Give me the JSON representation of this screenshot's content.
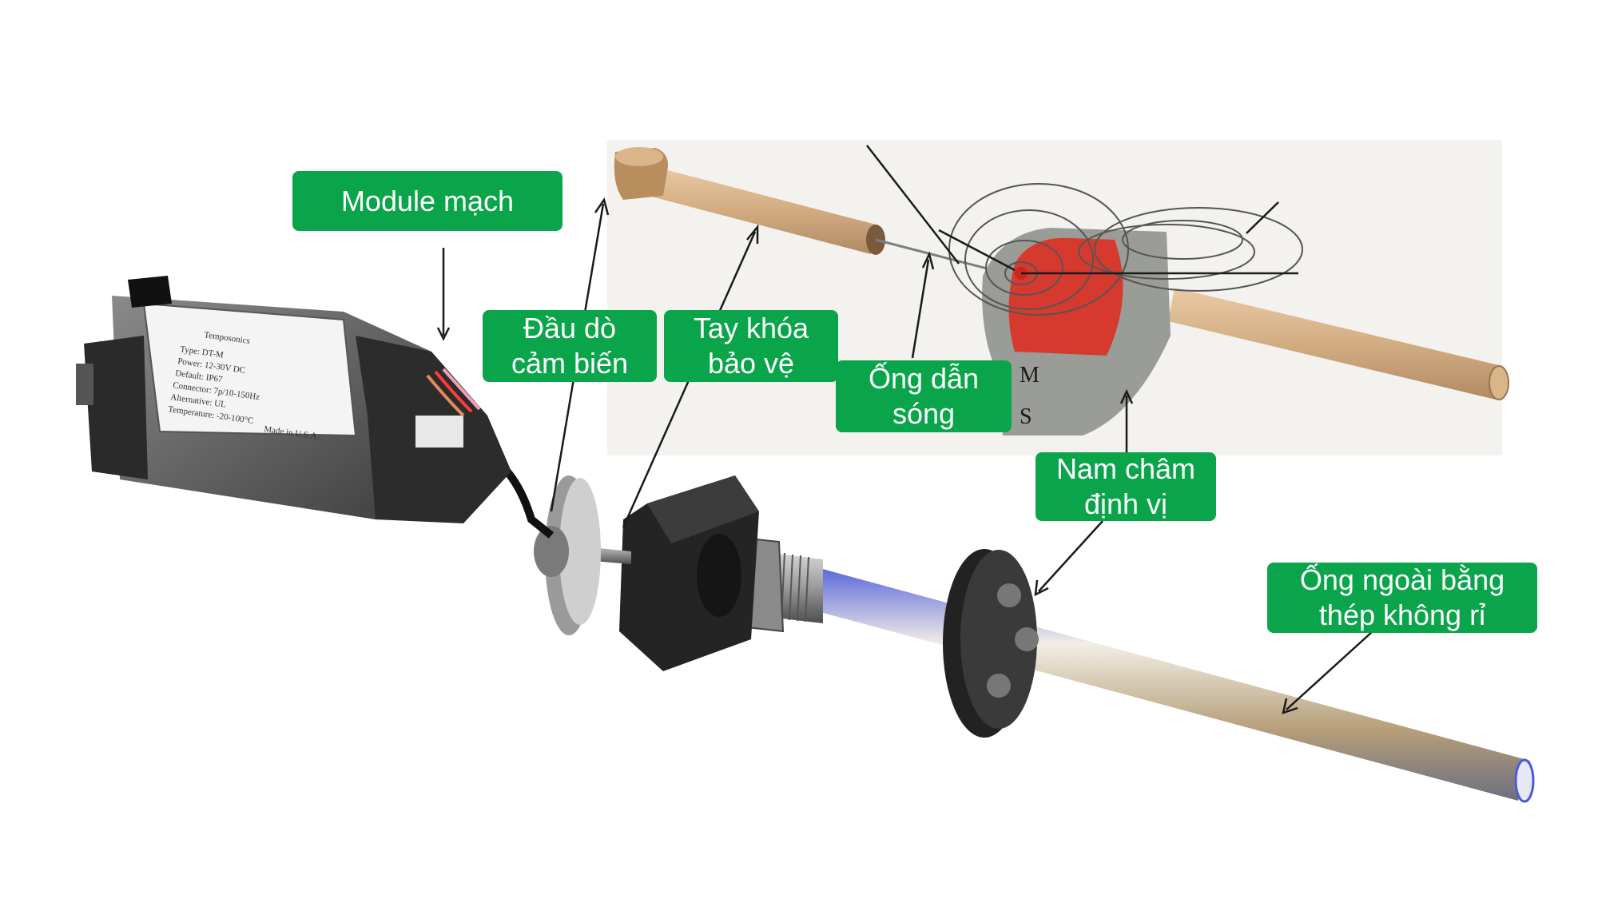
{
  "labels": {
    "module": "Module mạch",
    "probe": "Đầu dò\ncảm biến",
    "lock": "Tay khóa\nbảo vệ",
    "waveguide": "Ống dẫn\nsóng",
    "magnet": "Nam châm\nđịnh vị",
    "steel_tube": "Ống ngoài bằng\nthép không rỉ"
  },
  "magnet_letters": {
    "m": "M",
    "s": "S"
  },
  "nameplate": [
    "Temposonics",
    "Type: DT-M",
    "Power: 12-30V DC",
    "Default: IP67",
    "Connector: 7p/10-150Hz",
    "Alternative: UL",
    "Temperature: -20-100°C",
    "Made in U.S.A"
  ],
  "colors": {
    "label_bg": "#0aa54a",
    "label_text": "#ffffff",
    "magnet_red": "#d63a2e",
    "rod_tan": "#d8b48a"
  }
}
